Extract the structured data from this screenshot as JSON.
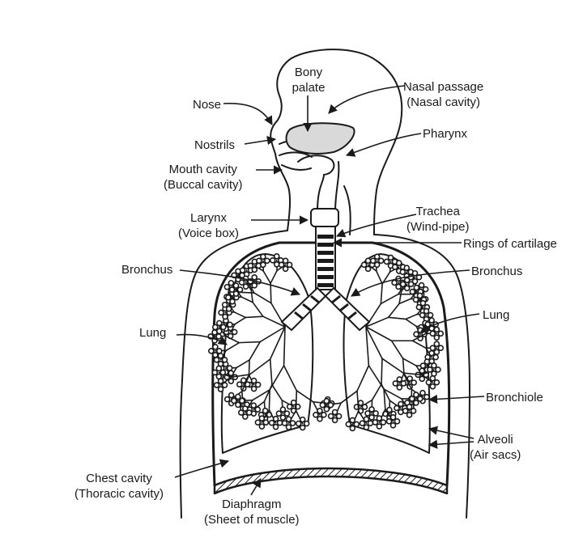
{
  "labels": {
    "bony_palate": [
      "Bony",
      "palate"
    ],
    "nasal_passage": [
      "Nasal passage",
      "(Nasal cavity)"
    ],
    "nose": "Nose",
    "nostrils": "Nostrils",
    "pharynx": "Pharynx",
    "mouth_cavity": [
      "Mouth cavity",
      "(Buccal cavity)"
    ],
    "larynx": [
      "Larynx",
      "(Voice box)"
    ],
    "trachea": [
      "Trachea",
      "(Wind-pipe)"
    ],
    "rings_of_cartilage": "Rings of cartilage",
    "bronchus_left": "Bronchus",
    "bronchus_right": "Bronchus",
    "lung_left": "Lung",
    "lung_right": "Lung",
    "bronchiole": "Bronchiole",
    "alveoli": [
      "Alveoli",
      "(Air sacs)"
    ],
    "chest_cavity": [
      "Chest cavity",
      "(Thoracic cavity)"
    ],
    "diaphragm": [
      "Diaphragm",
      "(Sheet of muscle)"
    ]
  },
  "colors": {
    "ink": "#1a1a1a",
    "palate_fill": "#d9d9d9",
    "background": "#ffffff"
  }
}
